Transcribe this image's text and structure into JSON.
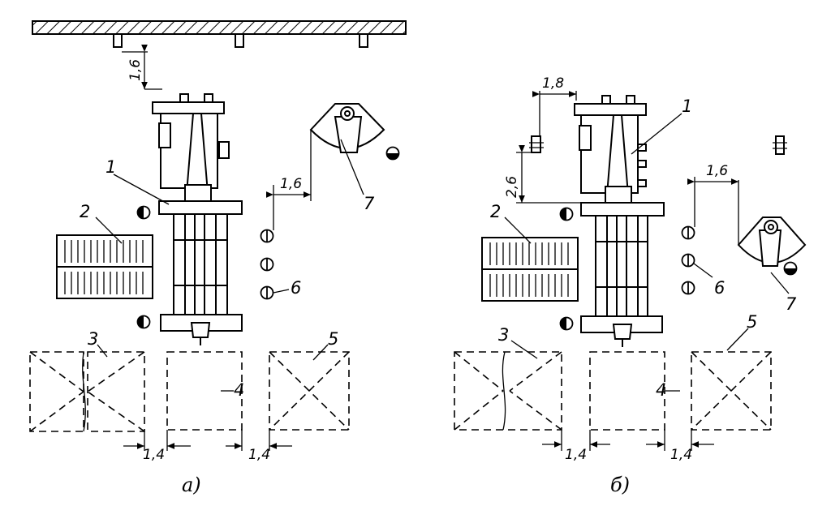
{
  "diagram": {
    "part_a": {
      "caption": "а)",
      "labels": [
        "1",
        "2",
        "3",
        "4",
        "5",
        "6",
        "7"
      ],
      "dims": {
        "ceiling_gap": "1,6",
        "panel_gap": "1,6",
        "gap_left": "1,4",
        "gap_right": "1,4"
      }
    },
    "part_b": {
      "caption": "б)",
      "labels": [
        "1",
        "2",
        "3",
        "4",
        "5",
        "6",
        "7"
      ],
      "dims": {
        "top_offset": "1,8",
        "side_height": "2,6",
        "panel_gap": "1,6",
        "gap_left": "1,4",
        "gap_right": "1,4"
      }
    }
  }
}
